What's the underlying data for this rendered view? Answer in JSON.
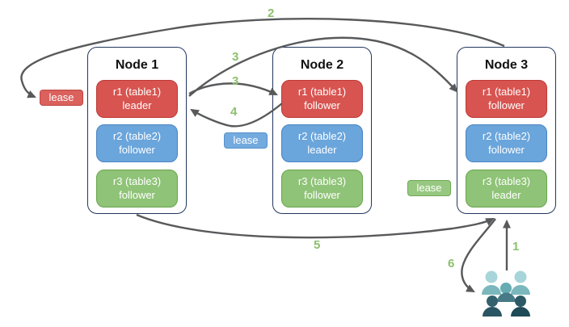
{
  "nodes": [
    {
      "title": "Node 1",
      "replicas": [
        {
          "name": "r1 (table1)",
          "role": "leader"
        },
        {
          "name": "r2 (table2)",
          "role": "follower"
        },
        {
          "name": "r3 (table3)",
          "role": "follower"
        }
      ]
    },
    {
      "title": "Node 2",
      "replicas": [
        {
          "name": "r1 (table1)",
          "role": "follower"
        },
        {
          "name": "r2 (table2)",
          "role": "leader"
        },
        {
          "name": "r3 (table3)",
          "role": "follower"
        }
      ]
    },
    {
      "title": "Node 3",
      "replicas": [
        {
          "name": "r1 (table1)",
          "role": "follower"
        },
        {
          "name": "r2 (table2)",
          "role": "follower"
        },
        {
          "name": "r3 (table3)",
          "role": "leader"
        }
      ]
    }
  ],
  "leases": [
    {
      "label": "lease",
      "color": "#db615d"
    },
    {
      "label": "lease",
      "color": "#74abdf"
    },
    {
      "label": "lease",
      "color": "#97c881"
    }
  ],
  "step_labels": {
    "s1": "1",
    "s2": "2",
    "s3_upper": "3",
    "s3_lower": "3",
    "s4": "4",
    "s5": "5",
    "s6": "6"
  },
  "icons": {
    "clients": "users-group-icon"
  },
  "colors": {
    "replica_red": "#d85450",
    "replica_blue": "#6aa5db",
    "replica_green": "#8fc377",
    "node_border": "#24365e",
    "arrow_gray": "#58595b",
    "step_green": "#8cc06c",
    "users_light_teal": "#a7d5d9",
    "users_mid_teal": "#67abb3",
    "users_dark_slate": "#2a5562"
  }
}
